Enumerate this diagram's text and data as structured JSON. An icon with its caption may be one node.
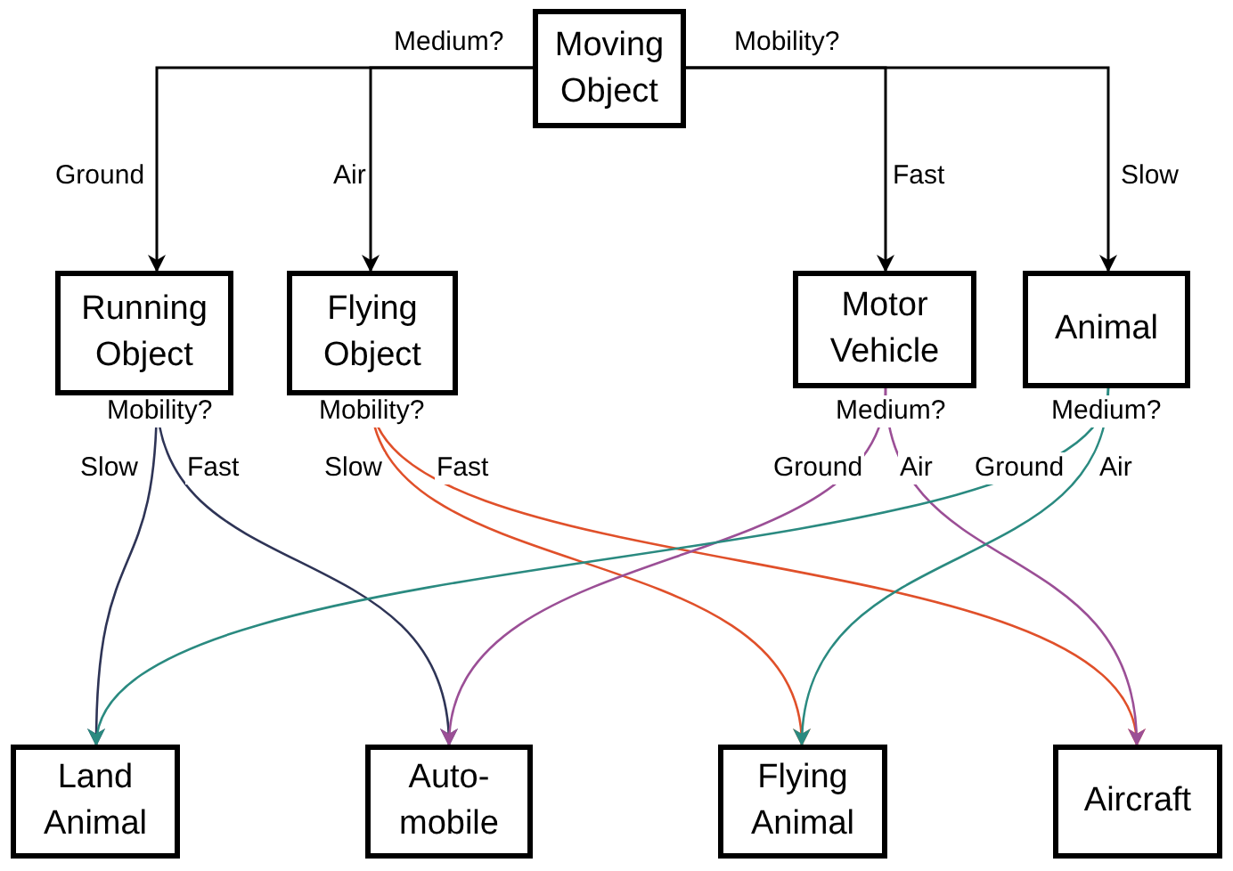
{
  "diagram": {
    "nodes": [
      {
        "text": [
          "Moving Object"
        ]
      },
      {
        "text": [
          "Running Object"
        ]
      },
      {
        "text": [
          "Flying Object"
        ]
      },
      {
        "text": [
          "Motor Vehicle"
        ]
      },
      {
        "text": [
          "Animal"
        ]
      },
      {
        "text": [
          "Land Animal"
        ]
      },
      {
        "text": [
          "Auto-mobile"
        ]
      },
      {
        "text": [
          "Flying Animal"
        ]
      },
      {
        "text": [
          "Aircraft"
        ]
      }
    ],
    "edges": [
      {
        "from": 0,
        "to": 1,
        "arrow": "to",
        "label": "Ground"
      },
      {
        "from": 0,
        "to": 2,
        "arrow": "to",
        "label": "Air"
      },
      {
        "from": 0,
        "to": 3,
        "arrow": "to",
        "label": "Fast"
      },
      {
        "from": 0,
        "to": 4,
        "arrow": "to",
        "label": "Slow"
      },
      {
        "from": 1,
        "to": 5,
        "arrow": "to",
        "label": "Slow",
        "color": "#2e3456"
      },
      {
        "from": 1,
        "to": 6,
        "arrow": "to",
        "label": "Fast",
        "color": "#2e3456"
      },
      {
        "from": 2,
        "to": 7,
        "arrow": "to",
        "label": "Slow",
        "color": "#e0502a"
      },
      {
        "from": 2,
        "to": 8,
        "arrow": "to",
        "label": "Fast",
        "color": "#e0502a"
      },
      {
        "from": 3,
        "to": 6,
        "arrow": "to",
        "label": "Ground",
        "color": "#9b4f96"
      },
      {
        "from": 3,
        "to": 8,
        "arrow": "to",
        "label": "Air",
        "color": "#9b4f96"
      },
      {
        "from": 4,
        "to": 5,
        "arrow": "to",
        "label": "Ground",
        "color": "#2a8a80"
      },
      {
        "from": 4,
        "to": 7,
        "arrow": "to",
        "label": "Air",
        "color": "#2a8a80"
      }
    ],
    "labels": [
      "Medium?",
      "Mobility?",
      "Mobility?",
      "Mobility?",
      "Medium?",
      "Medium?"
    ]
  }
}
